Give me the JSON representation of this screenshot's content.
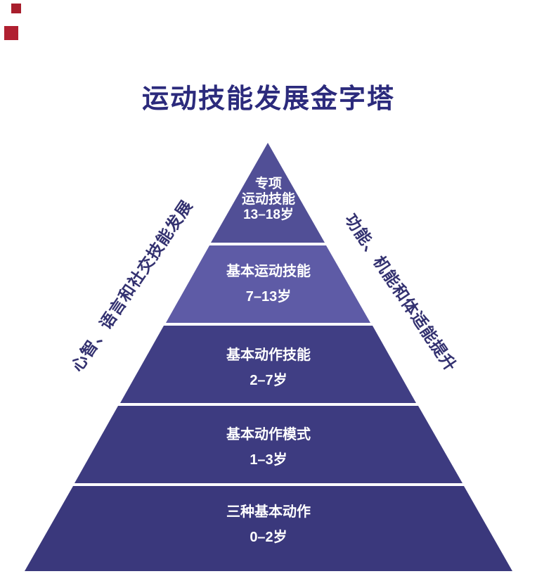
{
  "title": "运动技能发展金字塔",
  "decor": {
    "square_colors": [
      "#a81e2c",
      "#b02031"
    ]
  },
  "side_labels": {
    "left": "心智、语言和社交技能发展",
    "right": "功能、机能和体适能提升"
  },
  "colors": {
    "title_text": "#2b2a7c",
    "side_label_text": "#333170",
    "level_text": "#ffffff"
  },
  "pyramid": {
    "levels": [
      {
        "name_line1": "专项",
        "name_line2": "运动技能",
        "age": "13–18岁",
        "color": "#514f96"
      },
      {
        "name_line1": "基本运动技能",
        "age": "7–13岁",
        "color": "#5e5ba6"
      },
      {
        "name_line1": "基本动作技能",
        "age": "2–7岁",
        "color": "#403e84"
      },
      {
        "name_line1": "基本动作模式",
        "age": "1–3岁",
        "color": "#3d3b80"
      },
      {
        "name_line1": "三种基本动作",
        "age": "0–2岁",
        "color": "#3a387c"
      }
    ]
  }
}
